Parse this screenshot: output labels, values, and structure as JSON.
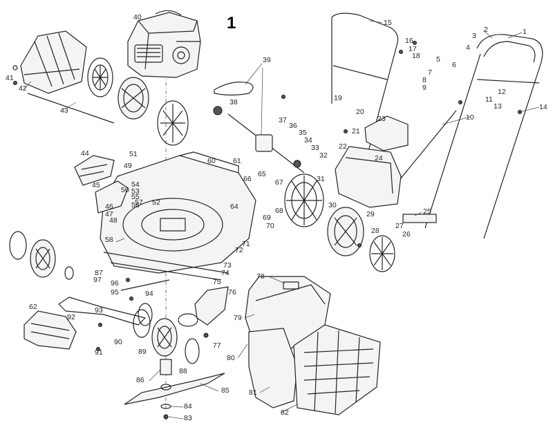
{
  "figure_number": "1",
  "callouts": [
    "1",
    "2",
    "3",
    "4",
    "5",
    "6",
    "7",
    "8",
    "9",
    "10",
    "11",
    "12",
    "13",
    "14",
    "15",
    "16",
    "17",
    "18",
    "19",
    "20",
    "21",
    "22",
    "23",
    "24",
    "25",
    "26",
    "27",
    "28",
    "29",
    "30",
    "31",
    "32",
    "33",
    "34",
    "35",
    "36",
    "37",
    "38",
    "39",
    "40",
    "41",
    "42",
    "43",
    "44",
    "45",
    "46",
    "47",
    "48",
    "49",
    "50",
    "51",
    "52",
    "53",
    "54",
    "55",
    "56",
    "57",
    "58",
    "60",
    "61",
    "62",
    "64",
    "65",
    "66",
    "67",
    "68",
    "69",
    "70",
    "71",
    "72",
    "73",
    "74",
    "75",
    "76",
    "77",
    "78",
    "79",
    "80",
    "81",
    "82",
    "83",
    "84",
    "85",
    "86",
    "87",
    "88",
    "89",
    "90",
    "91",
    "92",
    "93",
    "94",
    "95",
    "96",
    "97"
  ]
}
